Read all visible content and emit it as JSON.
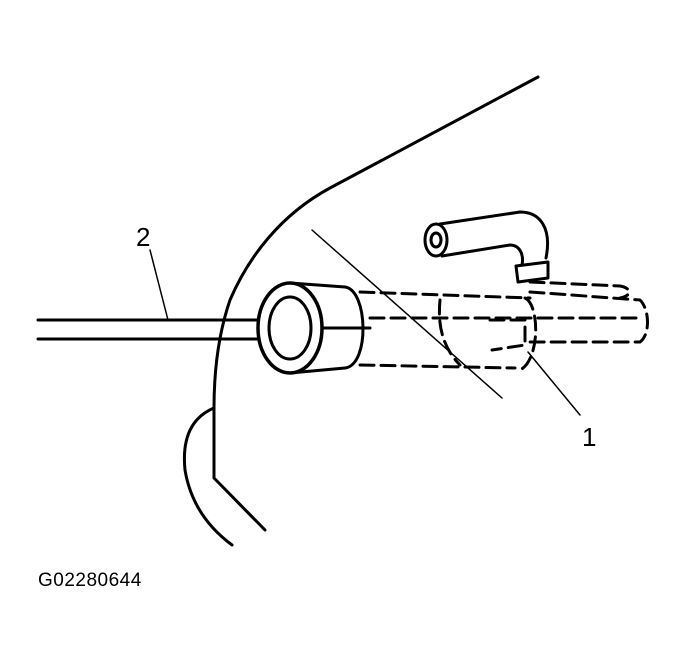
{
  "callouts": [
    {
      "id": "1",
      "text": "1"
    },
    {
      "id": "2",
      "text": "2"
    }
  ],
  "figure_code": "G02280644",
  "colors": {
    "ink": "#000000",
    "background": "#ffffff"
  }
}
